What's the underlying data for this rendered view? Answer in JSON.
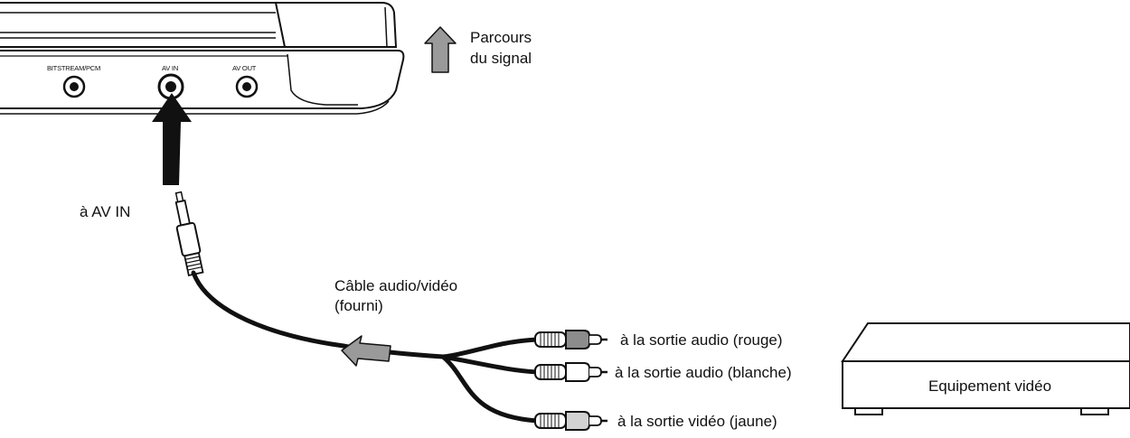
{
  "device_ports": {
    "bitstream": "BITSTREAM/PCM",
    "av_in": "AV IN",
    "av_out": "AV OUT"
  },
  "legend": {
    "line1": "Parcours",
    "line2": "du signal"
  },
  "labels": {
    "to_av_in": "à AV IN",
    "cable_line1": "Câble audio/vidéo",
    "cable_line2": "(fourni)",
    "audio_red": "à la sortie audio (rouge)",
    "audio_white": "à la sortie audio (blanche)",
    "video_yellow": "à la sortie vidéo (jaune)",
    "equipment": "Equipement vidéo"
  },
  "colors": {
    "line": "#111111",
    "arrow_fill": "#9a9a9a",
    "plug_red": "#8c8c8c",
    "plug_white": "#ffffff",
    "plug_yellow": "#d2d2d2"
  }
}
